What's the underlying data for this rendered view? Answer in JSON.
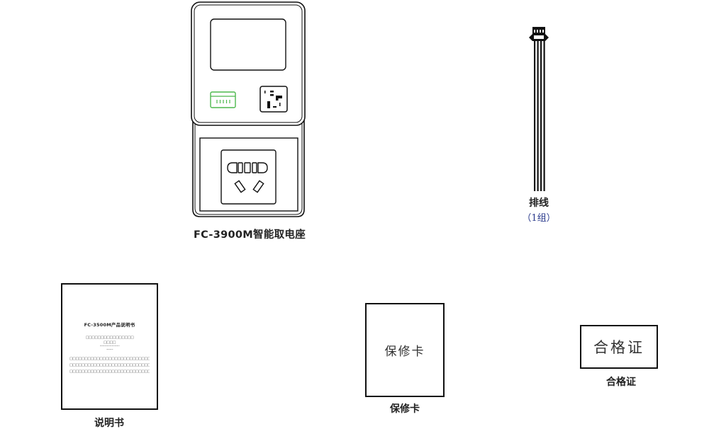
{
  "items": {
    "socket": {
      "caption": "FC-3900M智能取电座",
      "icons": {
        "screen": "display-screen",
        "card_slot": "card-slot-green",
        "data_port": "data-port",
        "outlet": "five-hole-power-outlet"
      },
      "accent_color": "#4cb84c"
    },
    "cable": {
      "caption": "排线",
      "quantity": "（1组）",
      "quantity_color": "#2a3a8c",
      "wire_count": 4
    },
    "manual": {
      "caption": "说明书",
      "cover_title": "FC-3500M产品说明书",
      "cover_lines": [
        "□□□□□□□□□□□□□□□□",
        "□□□□",
        "····································",
        "············",
        "□□□□□□□□□□□□□□□□□□□□□□□□□□□□□□",
        "□□□□□□□□□□□□□□□□□□□□□□□□□□□□□□",
        "□□□□□□□□□□□□□□□□□□□□□□□□□□□□□□"
      ]
    },
    "warranty_card": {
      "caption": "保修卡",
      "card_text": "保修卡"
    },
    "certificate": {
      "caption": "合格证",
      "card_text": "合格证"
    }
  }
}
